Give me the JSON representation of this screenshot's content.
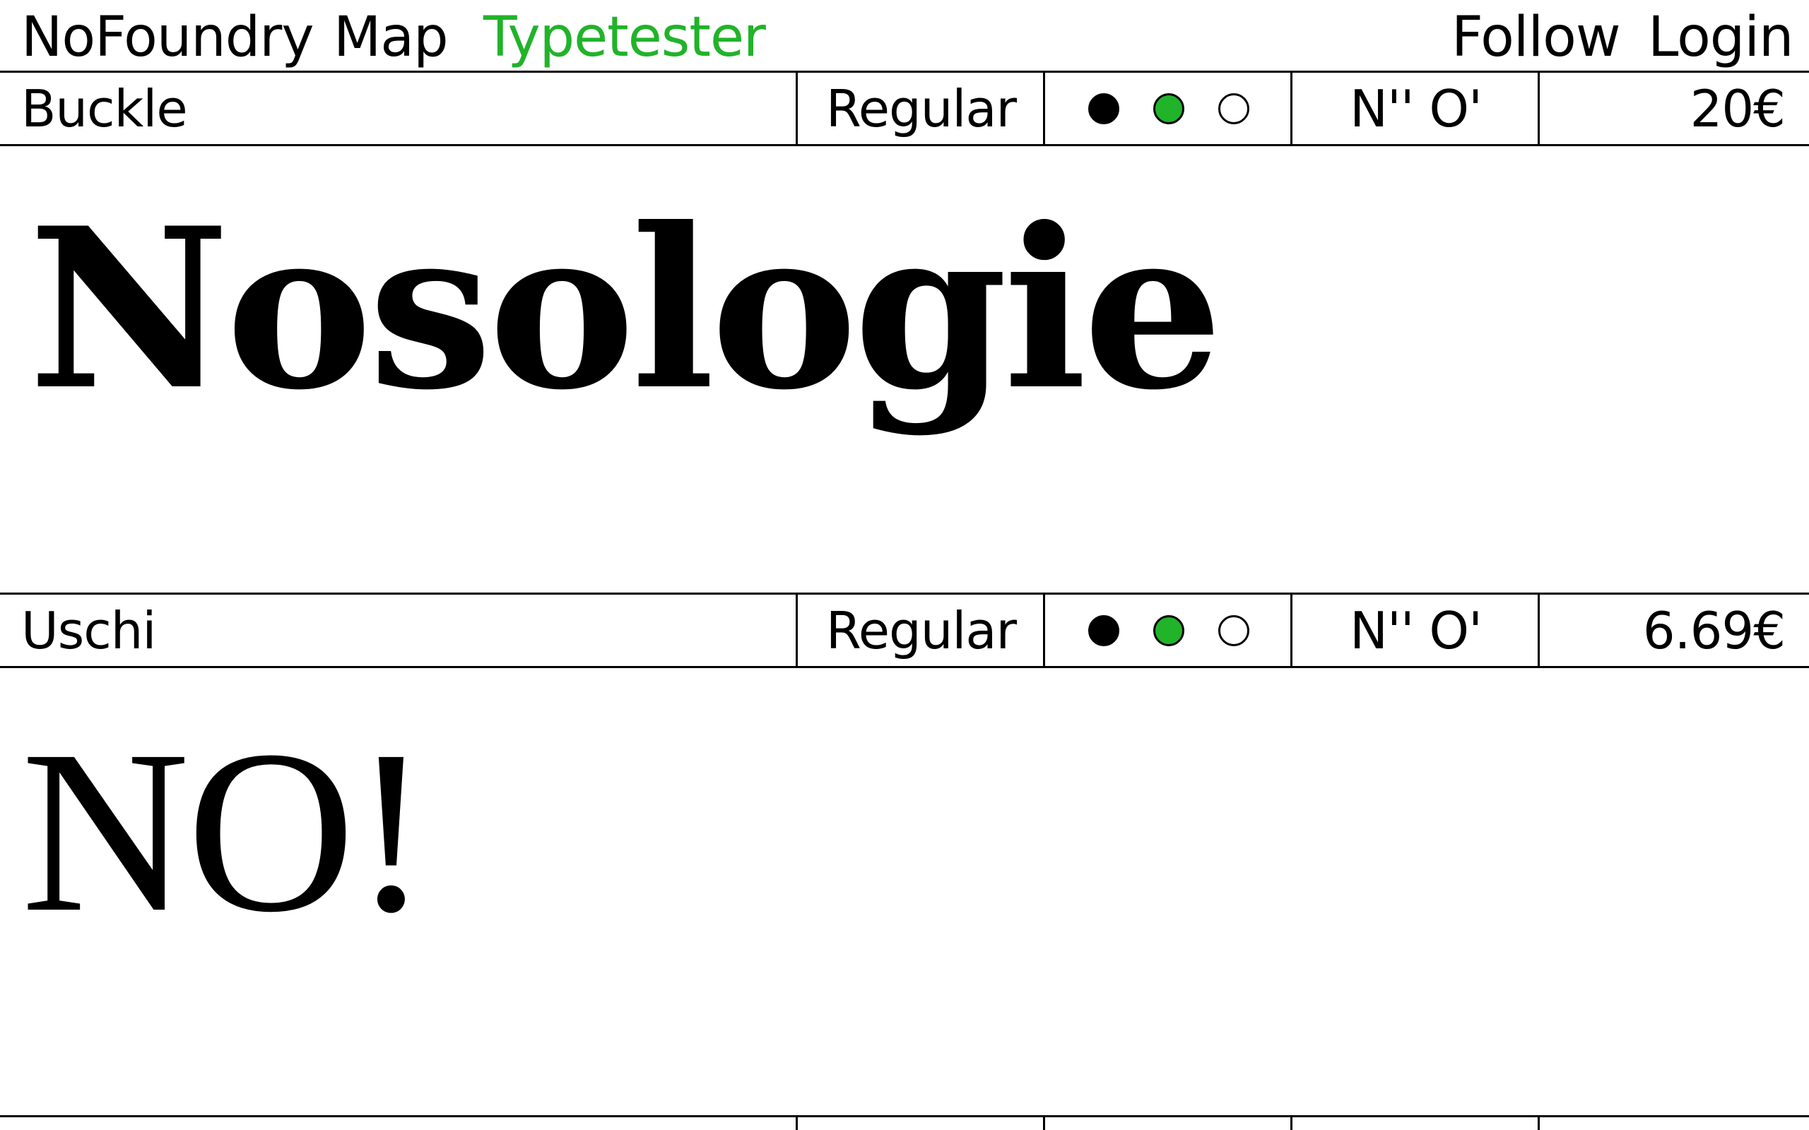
{
  "nav": {
    "brand": "NoFoundry",
    "map": "Map",
    "typetester": "Typetester",
    "follow": "Follow",
    "login": "Login"
  },
  "colors": {
    "accent": "#21b32a",
    "text": "#000000",
    "background": "#ffffff"
  },
  "fonts": [
    {
      "name": "Buckle",
      "style": "Regular",
      "options": "N'' O'",
      "price": "20€",
      "selected_dot": 2,
      "sample": "Nosologie"
    },
    {
      "name": "Uschi",
      "style": "Regular",
      "options": "N'' O'",
      "price": "6.69€",
      "selected_dot": 2,
      "sample": "NO!"
    }
  ]
}
